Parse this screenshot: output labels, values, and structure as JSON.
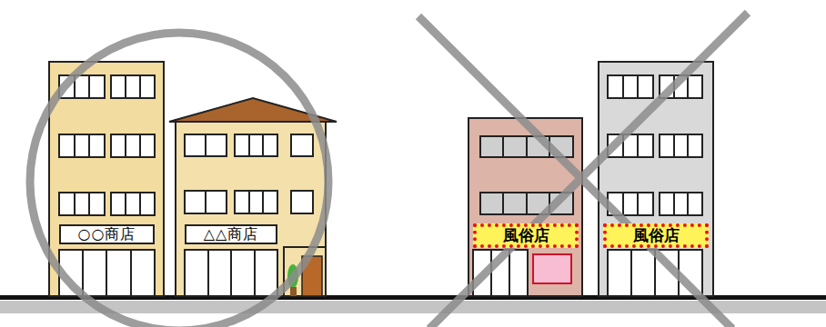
{
  "diagram": {
    "nodes": [
      {
        "text": [
          "○○商店"
        ]
      },
      {
        "text": [
          "△△商店"
        ]
      },
      {
        "text": [
          "風俗店"
        ]
      },
      {
        "text": [
          "風俗店"
        ]
      }
    ]
  }
}
